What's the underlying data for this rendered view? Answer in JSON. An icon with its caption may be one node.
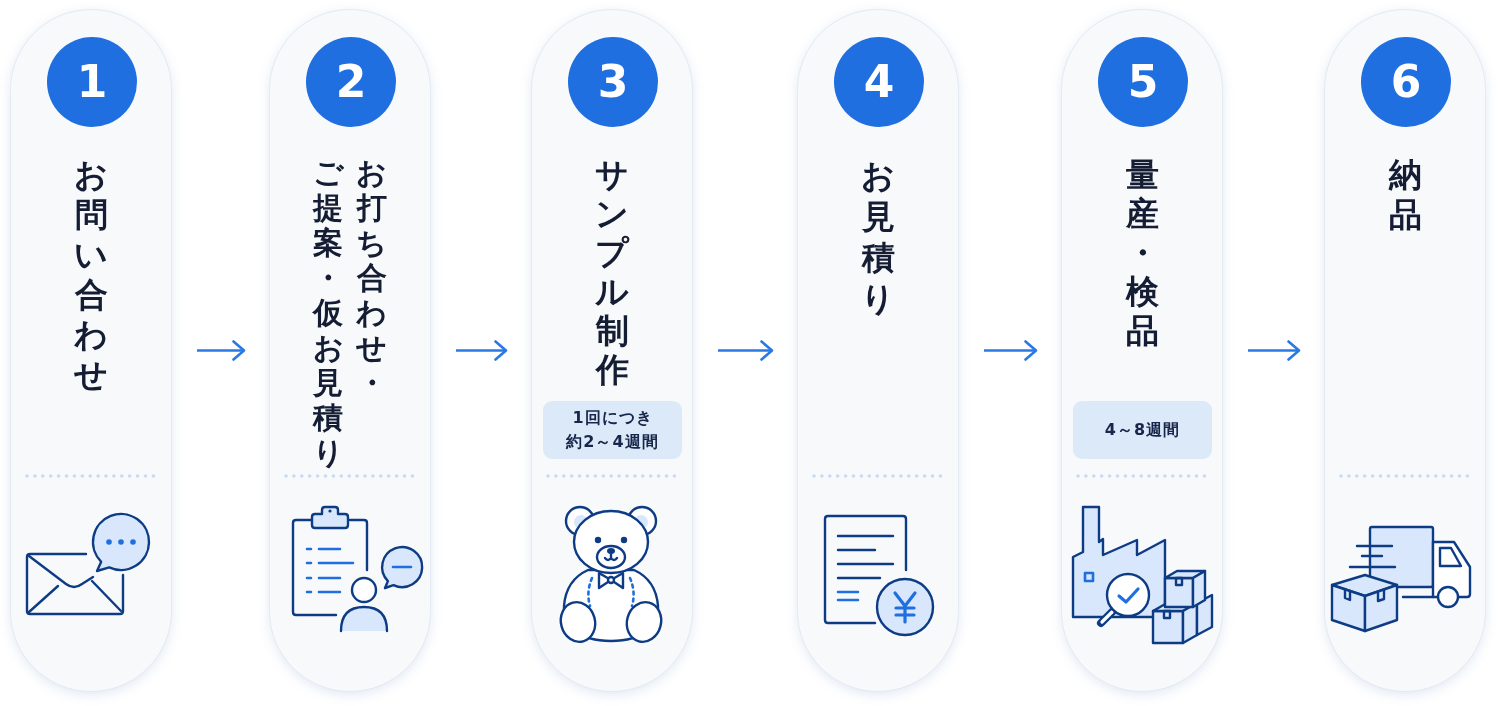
{
  "diagram": {
    "nodes": [
      {
        "text": [
          "お問い合わせ"
        ]
      },
      {
        "text": [
          "1"
        ],
        "in": 0
      },
      {
        "text": [
          "お打ち合わせ・ご提案・仮お見積り"
        ]
      },
      {
        "text": [
          "2"
        ],
        "in": 2
      },
      {
        "text": [
          "サンプル制作"
        ]
      },
      {
        "text": [
          "3"
        ],
        "in": 4
      },
      {
        "text": [
          "1回につき約2～4週間"
        ],
        "in": 4
      },
      {
        "text": [
          "お見積り"
        ]
      },
      {
        "text": [
          "4"
        ],
        "in": 7
      },
      {
        "text": [
          "量産・検品"
        ]
      },
      {
        "text": [
          "5"
        ],
        "in": 9
      },
      {
        "text": [
          "4～8週間"
        ],
        "in": 9
      },
      {
        "text": [
          "納品"
        ]
      },
      {
        "text": [
          "6"
        ],
        "in": 12
      }
    ],
    "edges": [
      {
        "from": 0,
        "to": 2,
        "arrow": "to"
      },
      {
        "from": 2,
        "to": 4,
        "arrow": "to"
      },
      {
        "from": 4,
        "to": 7,
        "arrow": "to"
      },
      {
        "from": 7,
        "to": 9,
        "arrow": "to"
      },
      {
        "from": 9,
        "to": 12,
        "arrow": "to"
      }
    ]
  }
}
